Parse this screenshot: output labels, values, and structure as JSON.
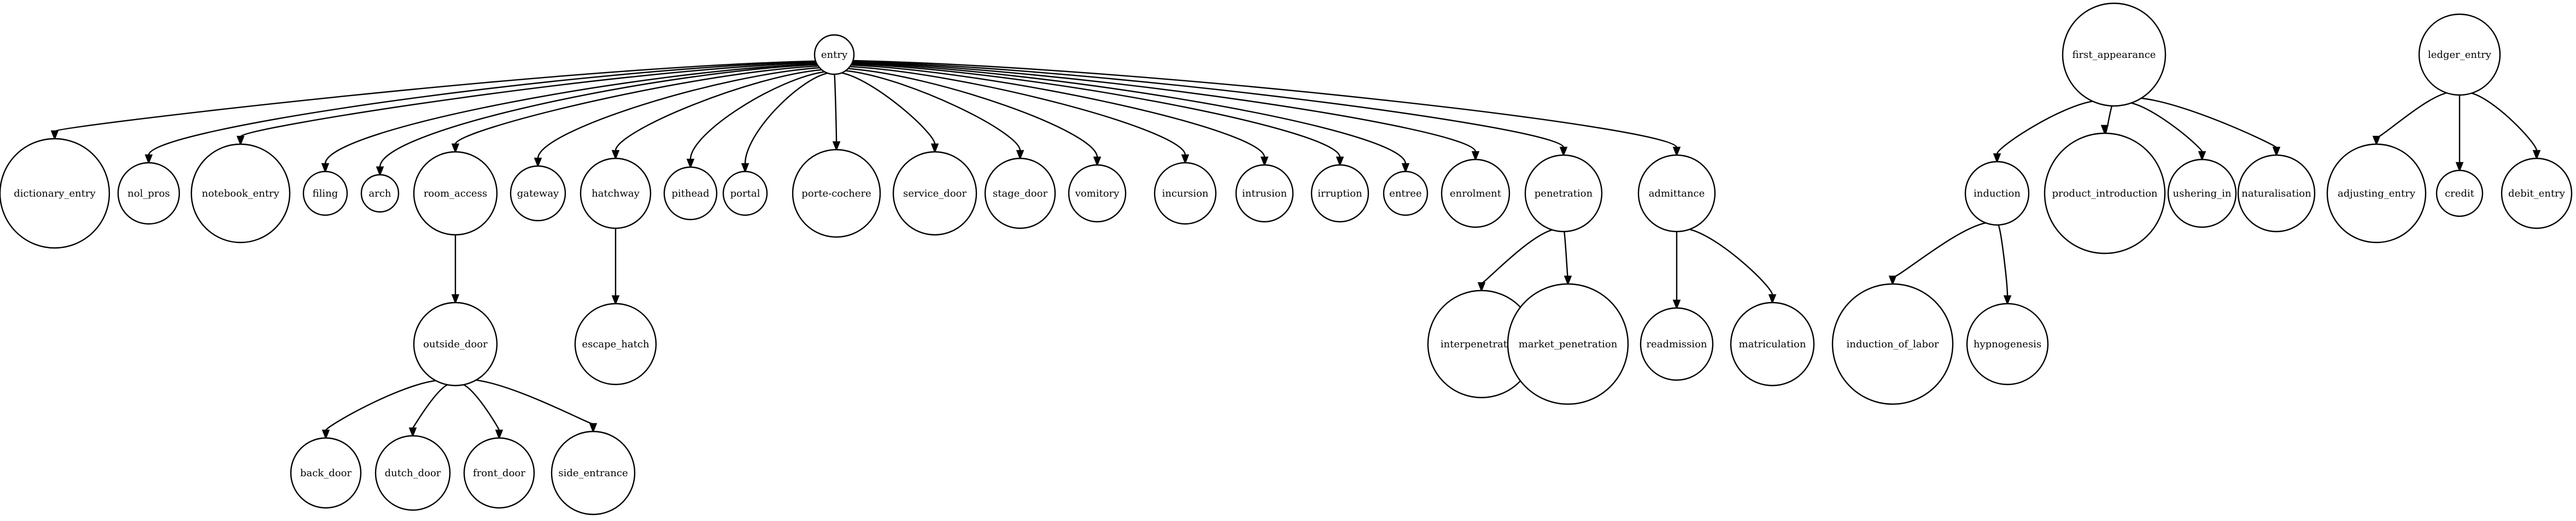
{
  "graph": {
    "nodes": [
      {
        "id": "entry",
        "label": "entry"
      },
      {
        "id": "dictionary_entry",
        "label": "dictionary_entry"
      },
      {
        "id": "nol_pros",
        "label": "nol_pros"
      },
      {
        "id": "notebook_entry",
        "label": "notebook_entry"
      },
      {
        "id": "filing",
        "label": "filing"
      },
      {
        "id": "arch",
        "label": "arch"
      },
      {
        "id": "room_access",
        "label": "room_access"
      },
      {
        "id": "gateway",
        "label": "gateway"
      },
      {
        "id": "hatchway",
        "label": "hatchway"
      },
      {
        "id": "pithead",
        "label": "pithead"
      },
      {
        "id": "portal",
        "label": "portal"
      },
      {
        "id": "porte-cochere",
        "label": "porte-cochere"
      },
      {
        "id": "service_door",
        "label": "service_door"
      },
      {
        "id": "stage_door",
        "label": "stage_door"
      },
      {
        "id": "vomitory",
        "label": "vomitory"
      },
      {
        "id": "incursion",
        "label": "incursion"
      },
      {
        "id": "intrusion",
        "label": "intrusion"
      },
      {
        "id": "irruption",
        "label": "irruption"
      },
      {
        "id": "entree",
        "label": "entree"
      },
      {
        "id": "enrolment",
        "label": "enrolment"
      },
      {
        "id": "penetration",
        "label": "penetration"
      },
      {
        "id": "admittance",
        "label": "admittance"
      },
      {
        "id": "outside_door",
        "label": "outside_door"
      },
      {
        "id": "escape_hatch",
        "label": "escape_hatch"
      },
      {
        "id": "interpenetration",
        "label": "interpenetration"
      },
      {
        "id": "market_penetration",
        "label": "market_penetration"
      },
      {
        "id": "readmission",
        "label": "readmission"
      },
      {
        "id": "matriculation",
        "label": "matriculation"
      },
      {
        "id": "back_door",
        "label": "back_door"
      },
      {
        "id": "dutch_door",
        "label": "dutch_door"
      },
      {
        "id": "front_door",
        "label": "front_door"
      },
      {
        "id": "side_entrance",
        "label": "side_entrance"
      },
      {
        "id": "first_appearance",
        "label": "first_appearance"
      },
      {
        "id": "induction",
        "label": "induction"
      },
      {
        "id": "product_introduction",
        "label": "product_introduction"
      },
      {
        "id": "ushering_in",
        "label": "ushering_in"
      },
      {
        "id": "naturalisation",
        "label": "naturalisation"
      },
      {
        "id": "induction_of_labor",
        "label": "induction_of_labor"
      },
      {
        "id": "hypnogenesis",
        "label": "hypnogenesis"
      },
      {
        "id": "ledger_entry",
        "label": "ledger_entry"
      },
      {
        "id": "adjusting_entry",
        "label": "adjusting_entry"
      },
      {
        "id": "credit",
        "label": "credit"
      },
      {
        "id": "debit_entry",
        "label": "debit_entry"
      }
    ],
    "edges": [
      [
        "entry",
        "dictionary_entry"
      ],
      [
        "entry",
        "nol_pros"
      ],
      [
        "entry",
        "notebook_entry"
      ],
      [
        "entry",
        "filing"
      ],
      [
        "entry",
        "arch"
      ],
      [
        "entry",
        "room_access"
      ],
      [
        "entry",
        "gateway"
      ],
      [
        "entry",
        "hatchway"
      ],
      [
        "entry",
        "pithead"
      ],
      [
        "entry",
        "portal"
      ],
      [
        "entry",
        "porte-cochere"
      ],
      [
        "entry",
        "service_door"
      ],
      [
        "entry",
        "stage_door"
      ],
      [
        "entry",
        "vomitory"
      ],
      [
        "entry",
        "incursion"
      ],
      [
        "entry",
        "intrusion"
      ],
      [
        "entry",
        "irruption"
      ],
      [
        "entry",
        "entree"
      ],
      [
        "entry",
        "enrolment"
      ],
      [
        "entry",
        "penetration"
      ],
      [
        "entry",
        "admittance"
      ],
      [
        "room_access",
        "outside_door"
      ],
      [
        "hatchway",
        "escape_hatch"
      ],
      [
        "penetration",
        "interpenetration"
      ],
      [
        "penetration",
        "market_penetration"
      ],
      [
        "admittance",
        "readmission"
      ],
      [
        "admittance",
        "matriculation"
      ],
      [
        "outside_door",
        "back_door"
      ],
      [
        "outside_door",
        "dutch_door"
      ],
      [
        "outside_door",
        "front_door"
      ],
      [
        "outside_door",
        "side_entrance"
      ],
      [
        "first_appearance",
        "induction"
      ],
      [
        "first_appearance",
        "product_introduction"
      ],
      [
        "first_appearance",
        "ushering_in"
      ],
      [
        "first_appearance",
        "naturalisation"
      ],
      [
        "induction",
        "induction_of_labor"
      ],
      [
        "induction",
        "hypnogenesis"
      ],
      [
        "ledger_entry",
        "adjusting_entry"
      ],
      [
        "ledger_entry",
        "credit"
      ],
      [
        "ledger_entry",
        "debit_entry"
      ]
    ]
  }
}
